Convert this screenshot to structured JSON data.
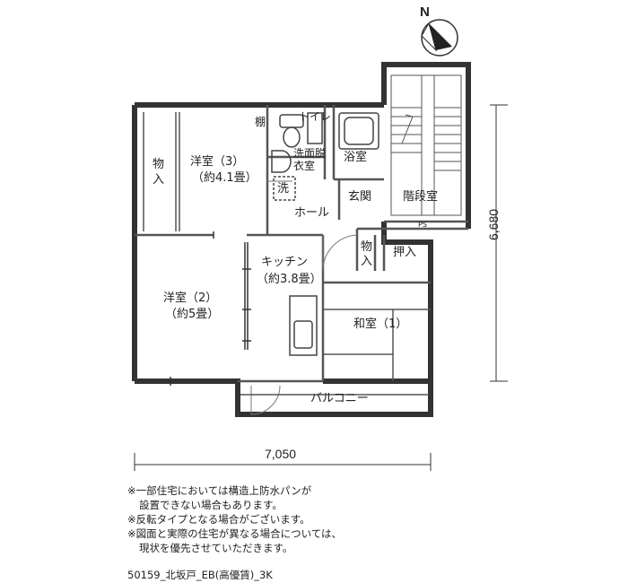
{
  "compass": {
    "north_label": "N",
    "icon": "north-arrow-icon"
  },
  "rooms": {
    "closet_west": "物入",
    "western_3_name": "洋室（3）",
    "western_3_size": "（約4.1畳）",
    "shelf": "棚",
    "toilet": "トイレ",
    "washroom": "洗面脱衣室",
    "washer": "洗",
    "bathroom": "浴室",
    "entrance": "玄関",
    "hall": "ホール",
    "stairwell": "階段室",
    "ps": "PS",
    "closet_small": "物入",
    "oshiire": "押入",
    "kitchen_name": "キッチン",
    "kitchen_size": "（約3.8畳）",
    "western_2_name": "洋室（2）",
    "western_2_size": "（約5畳）",
    "japanese_1": "和室（1）",
    "balcony": "バルコニー"
  },
  "dimensions": {
    "width": "7,050",
    "depth": "6,680"
  },
  "notes": [
    "※一部住宅においては構造上防水パンが",
    "設置できない場合もあります。",
    "※反転タイプとなる場合がございます。",
    "※図面と実際の住宅が異なる場合については、",
    "現状を優先させていただきます。"
  ],
  "plan_code": "50159_北坂戸_EB(高優賃)_3K"
}
